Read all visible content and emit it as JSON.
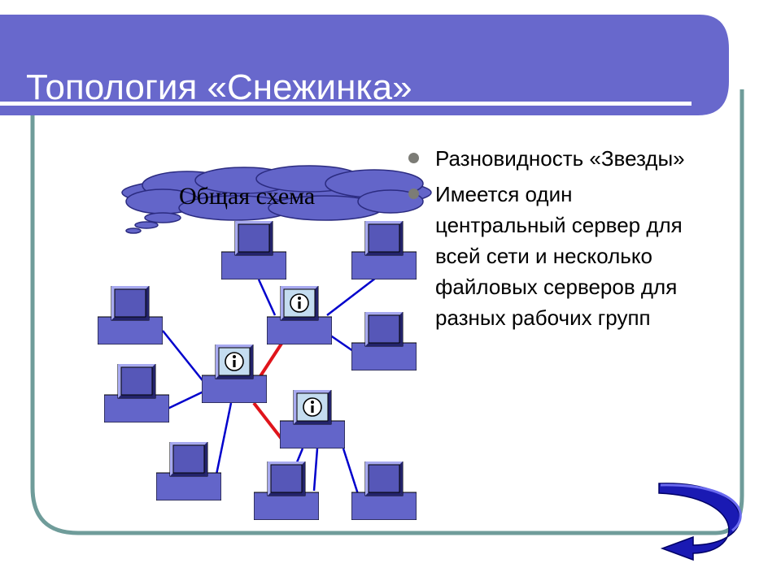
{
  "slide": {
    "title": "Топология «Снежинка»",
    "bullets": [
      "Разновидность «Звезды»",
      "Имеется один центральный сервер для всей сети и несколько файловых серверов для разных рабочих групп"
    ]
  },
  "diagram": {
    "cloud_label": "Общая схема",
    "server_icon": "info-icon",
    "colors": {
      "header_band": "#6868cc",
      "frame": "#6f9c9a",
      "node_fill": "#6365c9",
      "client_link": "#0000cc",
      "server_link": "#e0141b"
    }
  },
  "navigation": {
    "icon": "return-arrow-icon"
  }
}
